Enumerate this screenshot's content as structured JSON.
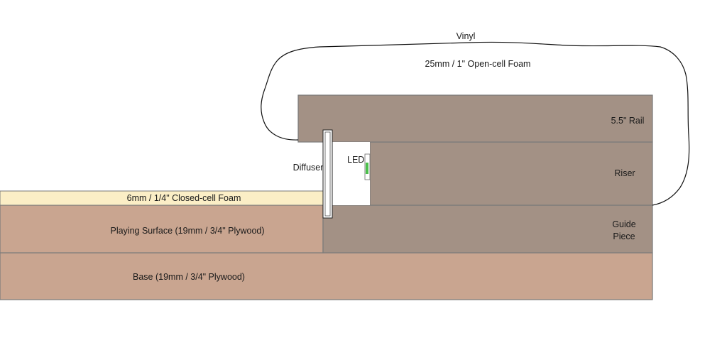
{
  "labels": {
    "vinyl": "Vinyl",
    "open_cell_foam": "25mm / 1\" Open-cell Foam",
    "rail": "5.5\" Rail",
    "riser": "Riser",
    "led": "LED",
    "diffuser": "Diffuser",
    "closed_cell_foam": "6mm / 1/4\" Closed-cell Foam",
    "playing_surface": "Playing Surface (19mm / 3/4\" Plywood)",
    "guide_piece_line1": "Guide",
    "guide_piece_line2": "Piece",
    "base": "Base (19mm / 3/4\" Plywood)"
  },
  "colors": {
    "plywood": "#c9a590",
    "hardwood": "#a39185",
    "closed_cell_foam": "#fbeec6",
    "outline": "#7a7a7a",
    "vinyl": "#111111",
    "led": "#4cc04c",
    "diffuser": "#ffffff"
  }
}
